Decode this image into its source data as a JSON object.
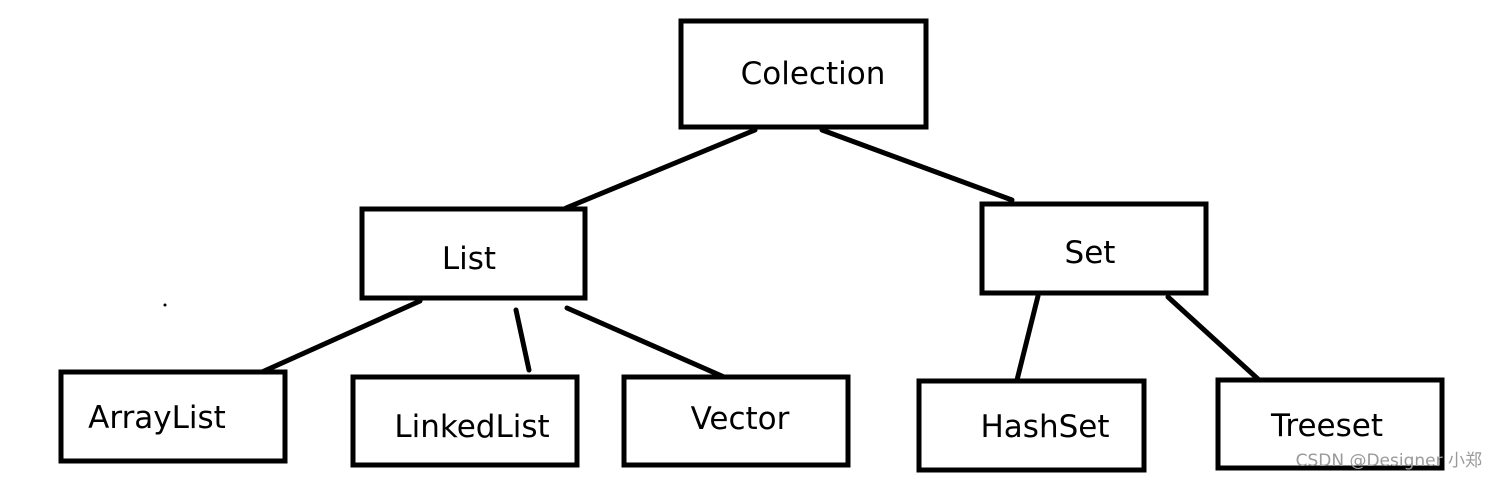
{
  "nodes": {
    "collection": "Colection",
    "list": "List",
    "set": "Set",
    "arraylist": "ArrayList",
    "linkedlist": "LinkedList",
    "vector": "Vector",
    "hashset": "HashSet",
    "treeset": "Treeset"
  },
  "watermark": "CSDN @Designer 小郑",
  "colors": {
    "stroke": "#000000",
    "background": "#ffffff",
    "watermark": "#9a9a9a"
  }
}
